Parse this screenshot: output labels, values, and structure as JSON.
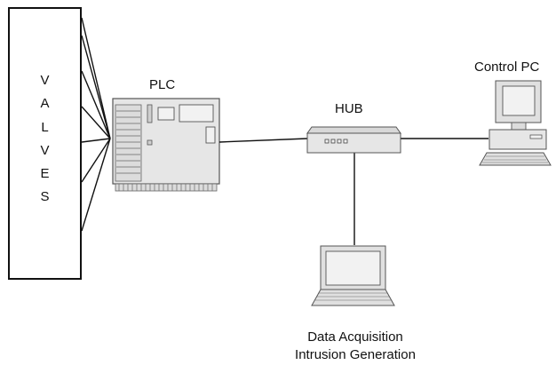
{
  "diagram": {
    "valves_letters": [
      "V",
      "A",
      "L",
      "V",
      "E",
      "S"
    ],
    "plc_label": "PLC",
    "hub_label": "HUB",
    "control_pc_label": "Control PC",
    "daq_label_line1": "Data Acquisition",
    "daq_label_line2": "Intrusion Generation"
  },
  "colors": {
    "line": "#111111",
    "device_fill": "#e6e6e6",
    "device_stroke": "#555555",
    "screen_fill": "#f2f2f2"
  }
}
